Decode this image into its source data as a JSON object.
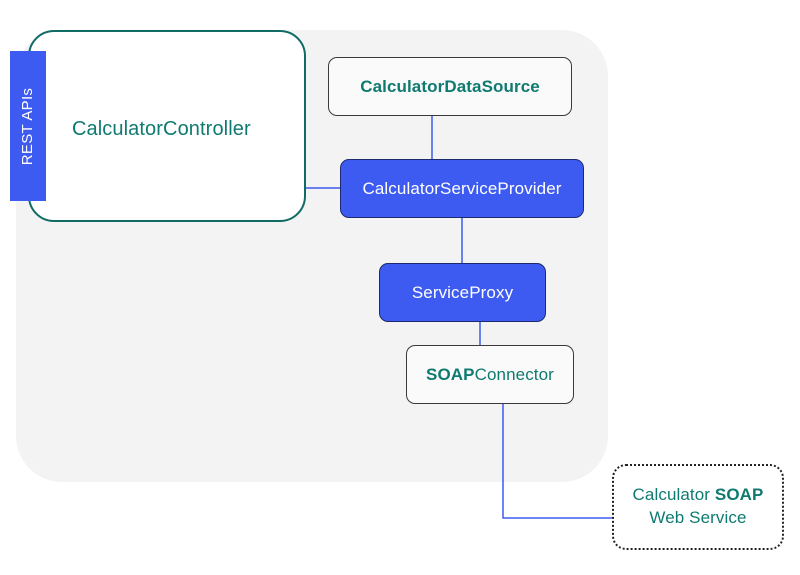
{
  "diagram": {
    "controller": {
      "label": "CalculatorController"
    },
    "rest_tab": {
      "label": "REST APIs"
    },
    "data_source": {
      "label": "CalculatorDataSource"
    },
    "service_provider": {
      "label": "CalculatorServiceProvider"
    },
    "service_proxy": {
      "label": "ServiceProxy"
    },
    "soap_connector": {
      "label_bold": "SOAP",
      "label_rest": "Connector"
    },
    "soap_web_service": {
      "line1_a": "Calculator ",
      "line1_b": "SOAP",
      "line2": "Web Service"
    }
  },
  "colors": {
    "teal_text": "#0f7a70",
    "blue_fill": "#3d5bf0",
    "connector_line": "#3d5bf0",
    "boundary_fill": "#f2f3f2"
  }
}
